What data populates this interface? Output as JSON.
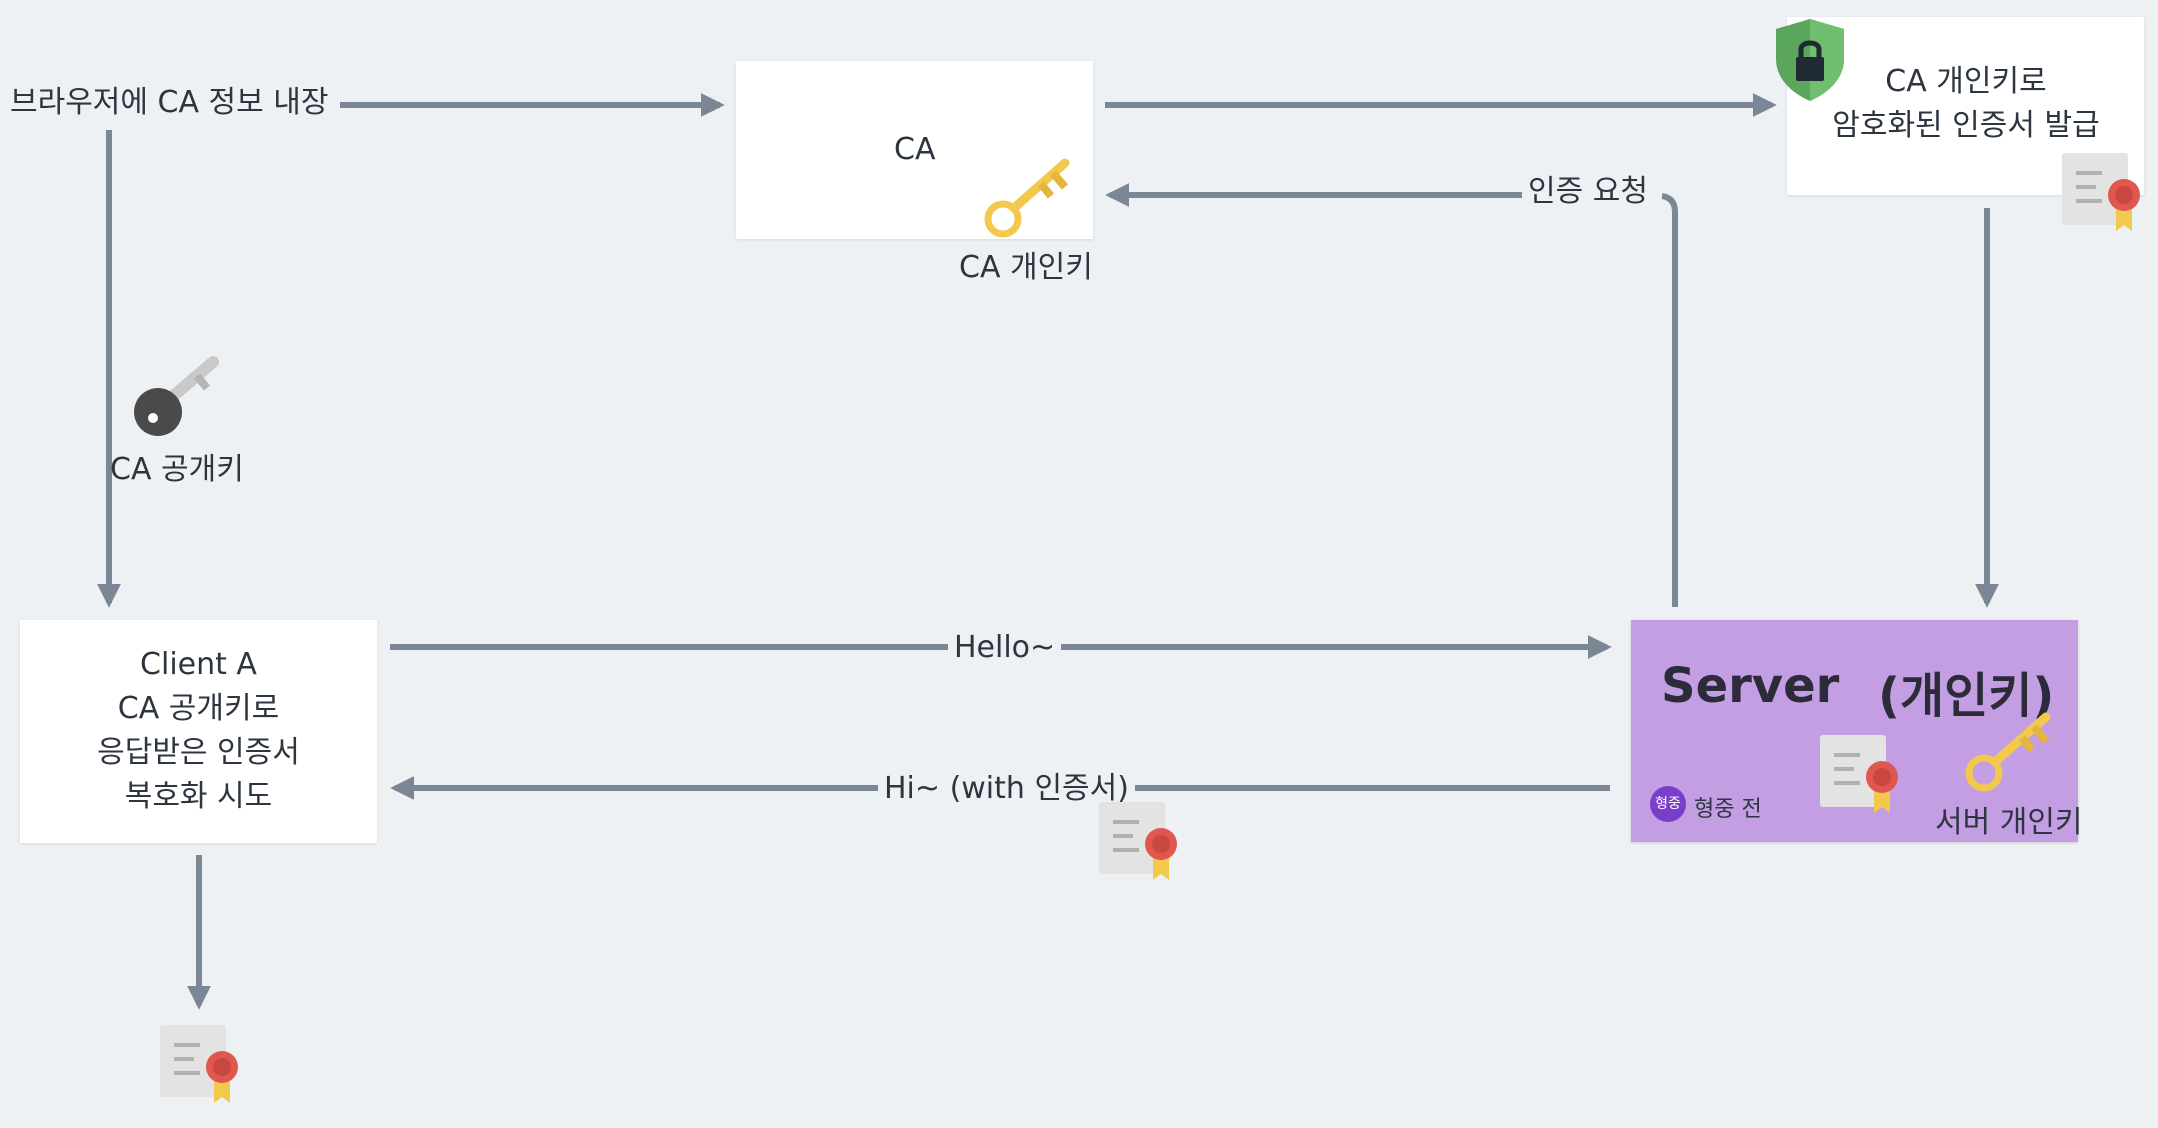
{
  "labels": {
    "browser_ca": "브라우저에 CA 정보 내장",
    "ca_box": "CA",
    "ca_private_key": "CA 개인키",
    "ca_public_key": "CA 공개키",
    "issue_line1": "CA 개인키로",
    "issue_line2": "암호화된 인증서 발급",
    "auth_request": "인증 요청",
    "hello": "Hello~",
    "hi_with_cert": "Hi~ (with 인증서)",
    "client_line1": "Client A",
    "client_line2": "CA 공개키로",
    "client_line3": "응답받은 인증서",
    "client_line4": "복호화 시도",
    "server_title": "Server",
    "server_private": "(개인키)",
    "server_private_key": "서버 개인키",
    "author_avatar": "형중",
    "author_name": "형중 전"
  },
  "colors": {
    "background": "#eef1f4",
    "arrow": "#7b8794",
    "server_card": "#c39ee2",
    "key_gold": "#f2c94c",
    "key_gray": "#4a4a4a",
    "shield_green": "#5aa65c",
    "cert_ribbon": "#f2c94c",
    "cert_seal": "#e0574f",
    "avatar": "#7a3fc9"
  },
  "icons": [
    "gold-key-icon",
    "gray-key-icon",
    "shield-lock-icon",
    "certificate-icon"
  ]
}
